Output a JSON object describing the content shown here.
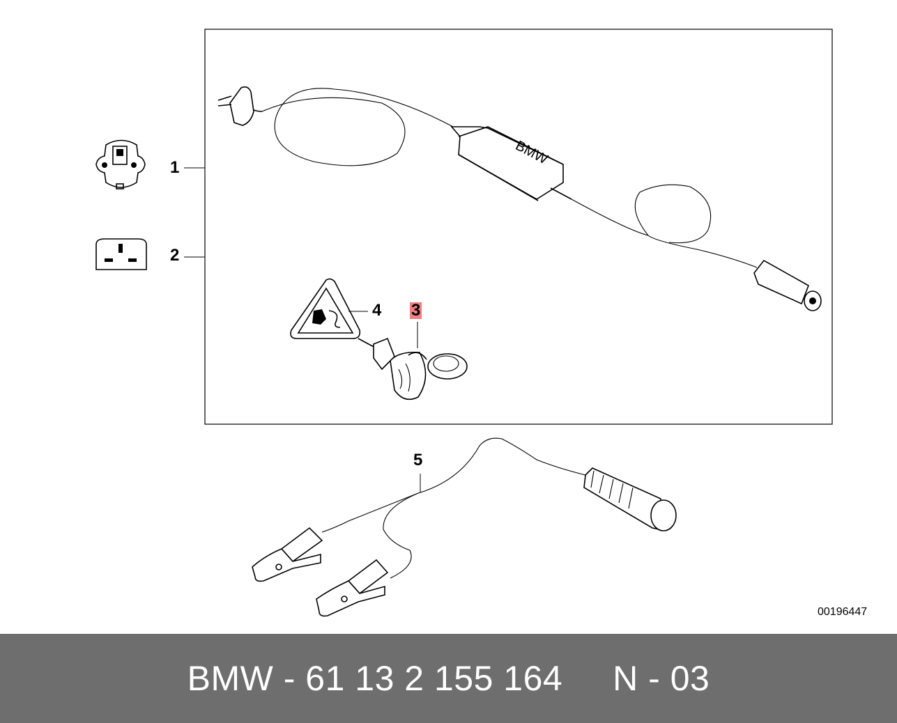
{
  "callouts": [
    {
      "id": "1",
      "label": "1",
      "highlighted": false
    },
    {
      "id": "2",
      "label": "2",
      "highlighted": false
    },
    {
      "id": "3",
      "label": "3",
      "highlighted": true
    },
    {
      "id": "4",
      "label": "4",
      "highlighted": false
    },
    {
      "id": "5",
      "label": "5",
      "highlighted": false
    }
  ],
  "charger_brand": "BMW",
  "image_code": "00196447",
  "footer": {
    "text": "BMW - 61 13 2 155 164     N - 03"
  },
  "colors": {
    "highlight": "#f08080",
    "footer_bg": "#6e6e6e",
    "footer_text": "#ffffff"
  },
  "icons": [
    "euro-plug-face-icon",
    "uk-plug-face-icon",
    "electrical-warning-triangle-icon"
  ]
}
